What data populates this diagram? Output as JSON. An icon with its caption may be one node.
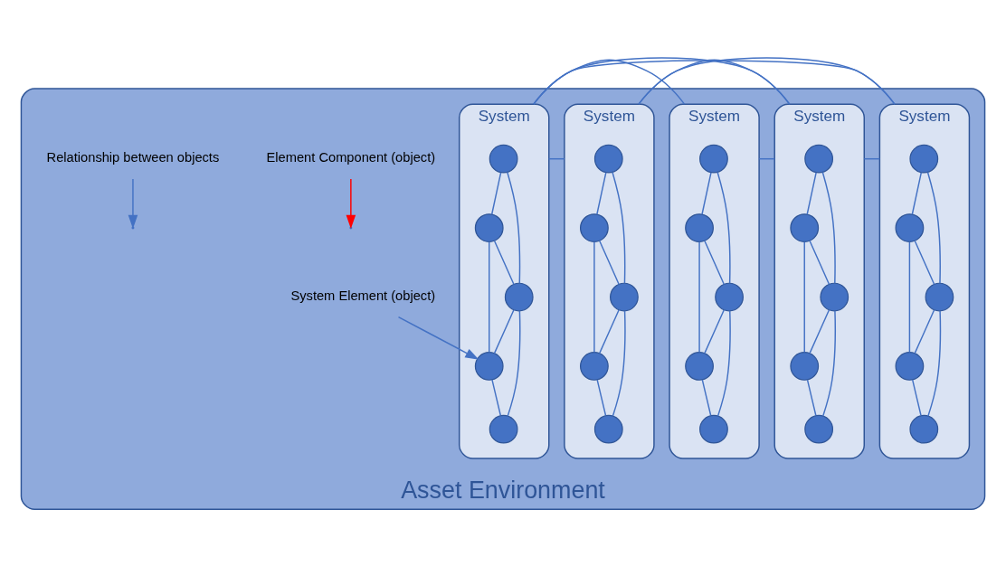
{
  "diagram": {
    "nodes": [
      {
        "text": [
          "Asset Environment"
        ]
      },
      {
        "text": [
          "System"
        ],
        "in": 0
      },
      {
        "text": [],
        "shape": "circle",
        "in": 1
      },
      {
        "text": [],
        "shape": "circle",
        "in": 1
      },
      {
        "text": [],
        "shape": "circle",
        "in": 1
      },
      {
        "text": [],
        "shape": "circle",
        "in": 1
      },
      {
        "text": [],
        "shape": "circle",
        "in": 1
      },
      {
        "text": [
          "System"
        ],
        "in": 0
      },
      {
        "text": [],
        "shape": "circle",
        "in": 7
      },
      {
        "text": [],
        "shape": "circle",
        "in": 7
      },
      {
        "text": [],
        "shape": "circle",
        "in": 7
      },
      {
        "text": [],
        "shape": "circle",
        "in": 7
      },
      {
        "text": [],
        "shape": "circle",
        "in": 7
      },
      {
        "text": [
          "System"
        ],
        "in": 0
      },
      {
        "text": [],
        "shape": "circle",
        "in": 13
      },
      {
        "text": [],
        "shape": "circle",
        "in": 13
      },
      {
        "text": [],
        "shape": "circle",
        "in": 13
      },
      {
        "text": [],
        "shape": "circle",
        "in": 13
      },
      {
        "text": [],
        "shape": "circle",
        "in": 13
      },
      {
        "text": [
          "System"
        ],
        "in": 0
      },
      {
        "text": [],
        "shape": "circle",
        "in": 19
      },
      {
        "text": [],
        "shape": "circle",
        "in": 19
      },
      {
        "text": [],
        "shape": "circle",
        "in": 19
      },
      {
        "text": [],
        "shape": "circle",
        "in": 19
      },
      {
        "text": [],
        "shape": "circle",
        "in": 19
      },
      {
        "text": [
          "System"
        ],
        "in": 0
      },
      {
        "text": [],
        "shape": "circle",
        "in": 25
      },
      {
        "text": [],
        "shape": "circle",
        "in": 25
      },
      {
        "text": [],
        "shape": "circle",
        "in": 25
      },
      {
        "text": [],
        "shape": "circle",
        "in": 25
      },
      {
        "text": [],
        "shape": "circle",
        "in": 25
      },
      {
        "text": [
          "System Element (object)"
        ],
        "in": 0
      },
      {
        "text": [
          "Element Component (object)"
        ],
        "in": 0
      },
      {
        "text": [
          "Relationship between objects"
        ],
        "in": 0
      }
    ],
    "edges": [
      {
        "from": 2,
        "to": 3,
        "arrow": "none"
      },
      {
        "from": 3,
        "to": 5,
        "arrow": "none"
      },
      {
        "from": 3,
        "to": 4,
        "arrow": "none"
      },
      {
        "from": 2,
        "to": 4,
        "arrow": "none"
      },
      {
        "from": 4,
        "to": 5,
        "arrow": "none"
      },
      {
        "from": 5,
        "to": 6,
        "arrow": "none"
      },
      {
        "from": 4,
        "to": 6,
        "arrow": "none"
      },
      {
        "from": 8,
        "to": 9,
        "arrow": "none"
      },
      {
        "from": 9,
        "to": 11,
        "arrow": "none"
      },
      {
        "from": 9,
        "to": 10,
        "arrow": "none"
      },
      {
        "from": 8,
        "to": 10,
        "arrow": "none"
      },
      {
        "from": 10,
        "to": 11,
        "arrow": "none"
      },
      {
        "from": 11,
        "to": 12,
        "arrow": "none"
      },
      {
        "from": 10,
        "to": 12,
        "arrow": "none"
      },
      {
        "from": 14,
        "to": 15,
        "arrow": "none"
      },
      {
        "from": 15,
        "to": 17,
        "arrow": "none"
      },
      {
        "from": 15,
        "to": 16,
        "arrow": "none"
      },
      {
        "from": 14,
        "to": 16,
        "arrow": "none"
      },
      {
        "from": 16,
        "to": 17,
        "arrow": "none"
      },
      {
        "from": 17,
        "to": 18,
        "arrow": "none"
      },
      {
        "from": 16,
        "to": 18,
        "arrow": "none"
      },
      {
        "from": 20,
        "to": 21,
        "arrow": "none"
      },
      {
        "from": 21,
        "to": 23,
        "arrow": "none"
      },
      {
        "from": 21,
        "to": 22,
        "arrow": "none"
      },
      {
        "from": 20,
        "to": 22,
        "arrow": "none"
      },
      {
        "from": 22,
        "to": 23,
        "arrow": "none"
      },
      {
        "from": 23,
        "to": 24,
        "arrow": "none"
      },
      {
        "from": 22,
        "to": 24,
        "arrow": "none"
      },
      {
        "from": 26,
        "to": 27,
        "arrow": "none"
      },
      {
        "from": 27,
        "to": 29,
        "arrow": "none"
      },
      {
        "from": 27,
        "to": 28,
        "arrow": "none"
      },
      {
        "from": 26,
        "to": 28,
        "arrow": "none"
      },
      {
        "from": 28,
        "to": 29,
        "arrow": "none"
      },
      {
        "from": 29,
        "to": 30,
        "arrow": "none"
      },
      {
        "from": 28,
        "to": 30,
        "arrow": "none"
      },
      {
        "from": 1,
        "to": 7,
        "arrow": "none"
      },
      {
        "from": 7,
        "to": 13,
        "arrow": "none"
      },
      {
        "from": 1,
        "to": 19,
        "arrow": "none"
      },
      {
        "from": 1,
        "to": 25,
        "arrow": "none"
      },
      {
        "from": 7,
        "to": 19,
        "arrow": "none"
      },
      {
        "from": 7,
        "to": 25,
        "arrow": "none"
      },
      {
        "from": 13,
        "to": 19,
        "arrow": "none"
      },
      {
        "from": 25,
        "to": 19,
        "arrow": "none"
      },
      {
        "from": 31,
        "to": 23,
        "arrow": "to"
      },
      {
        "from": 32,
        "to": null,
        "arrow": "to",
        "color": "#ff0000"
      },
      {
        "from": 33,
        "to": null,
        "arrow": "to"
      }
    ]
  }
}
